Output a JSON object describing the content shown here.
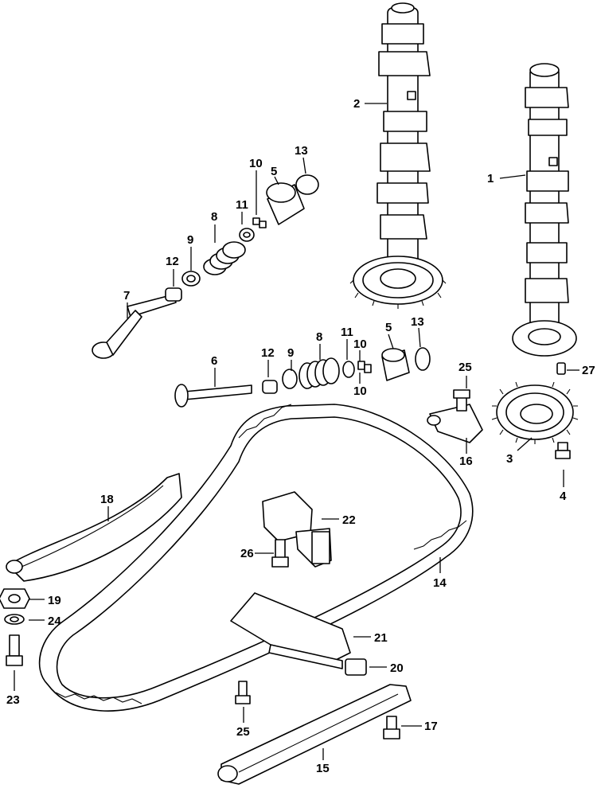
{
  "callouts": {
    "c1": "1",
    "c2": "2",
    "c3": "3",
    "c4": "4",
    "c5a": "5",
    "c5b": "5",
    "c6": "6",
    "c7": "7",
    "c8a": "8",
    "c8b": "8",
    "c9a": "9",
    "c9b": "9",
    "c10a": "10",
    "c10b": "10",
    "c10c": "10",
    "c11a": "11",
    "c11b": "11",
    "c12a": "12",
    "c12b": "12",
    "c13a": "13",
    "c13b": "13",
    "c14": "14",
    "c15": "15",
    "c16": "16",
    "c17": "17",
    "c18": "18",
    "c19": "19",
    "c20": "20",
    "c21": "21",
    "c22": "22",
    "c23": "23",
    "c24": "24",
    "c25a": "25",
    "c25b": "25",
    "c26": "26",
    "c27": "27"
  }
}
